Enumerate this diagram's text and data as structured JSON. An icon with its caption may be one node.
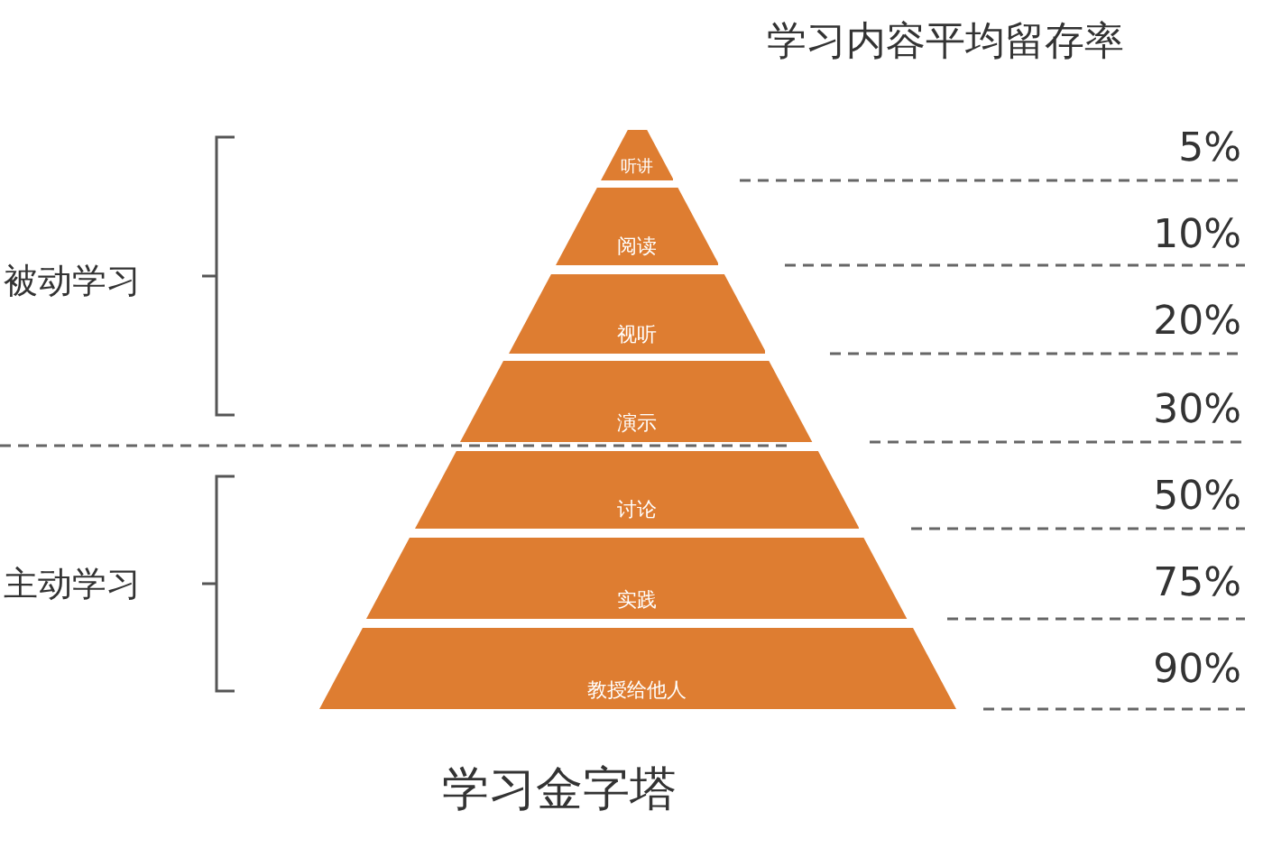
{
  "diagram": {
    "caption": "学习金字塔",
    "nodes": [
      {
        "text": [
          "听讲"
        ]
      },
      {
        "text": [
          "阅读"
        ]
      },
      {
        "text": [
          "视听"
        ]
      },
      {
        "text": [
          "演示"
        ]
      },
      {
        "text": [
          "讨论"
        ]
      },
      {
        "text": [
          "实践"
        ]
      },
      {
        "text": [
          "教授给他人"
        ]
      }
    ],
    "edges": [],
    "labels": [
      "学习内容平均留存率",
      "5%",
      "10%",
      "被动学习",
      "20%",
      "30%",
      "50%",
      "主动学习",
      "75%",
      "90%"
    ]
  }
}
